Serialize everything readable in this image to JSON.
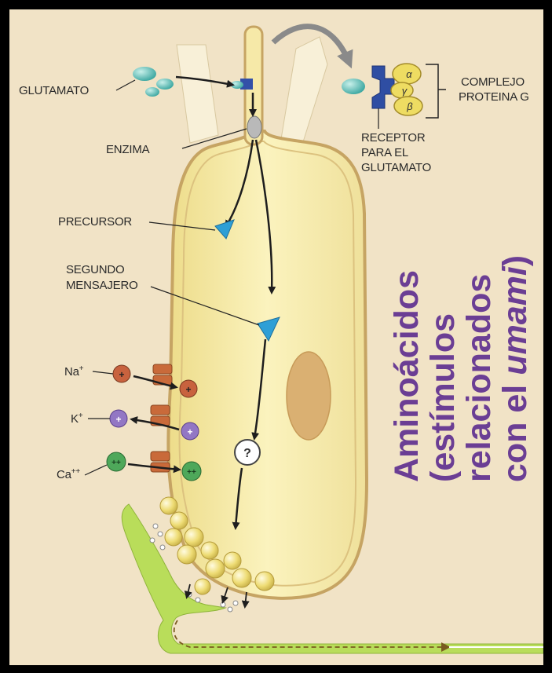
{
  "labels": {
    "glutamato": "GLUTAMATO",
    "enzima": "ENZIMA",
    "precursor": "PRECURSOR",
    "segundo_line1": "SEGUNDO",
    "segundo_line2": "MENSAJERO",
    "complejo_line1": "COMPLEJO",
    "complejo_line2": "PROTEINA G",
    "receptor_line1": "RECEPTOR",
    "receptor_line2": "PARA EL",
    "receptor_line3": "GLUTAMATO",
    "unknown_step": "?",
    "alpha": "α",
    "gamma": "γ",
    "beta": "β"
  },
  "ions": {
    "na": "Na",
    "na_sup": "+",
    "k": "K",
    "k_sup": "+",
    "ca": "Ca",
    "ca_sup": "++",
    "na_sign": "+",
    "k_sign": "+",
    "ca_sign": "++"
  },
  "title": {
    "line1": "Aminoácidos",
    "line2": "(estímulos",
    "line3": "relacionados",
    "line4_prefix": "con el ",
    "line4_italic": "umami",
    "line4_suffix": ")"
  },
  "colors": {
    "background": "#f1e3c6",
    "cell_fill": "#f6eca8",
    "cell_outline": "#caa86a",
    "title": "#6b3e94",
    "nerve": "#b9dd5a",
    "vesicle": "#eadb6f"
  }
}
